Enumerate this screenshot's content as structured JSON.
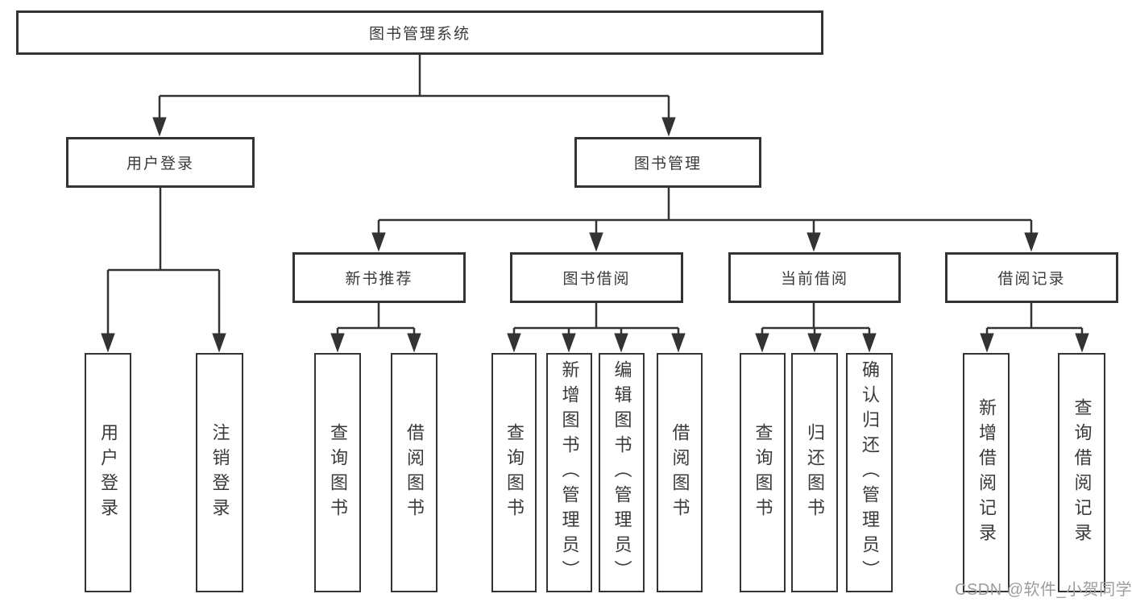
{
  "diagram": {
    "title": "图书管理系统",
    "nodes": {
      "root": "图书管理系统",
      "user_login": "用户登录",
      "book_management": "图书管理",
      "new_book_recommend": "新书推荐",
      "book_borrowing": "图书借阅",
      "current_borrowing": "当前借阅",
      "borrowing_records": "借阅记录",
      "leaf_user_login": "用户登录",
      "leaf_logout": "注销登录",
      "nbr_query_books": "查询图书",
      "nbr_borrow_books": "借阅图书",
      "bb_query_books": "查询图书",
      "bb_add_books_admin": "新增图书（管理员）",
      "bb_edit_books_admin": "编辑图书（管理员）",
      "bb_borrow_books": "借阅图书",
      "cb_query_books": "查询图书",
      "cb_return_books": "归还图书",
      "cb_confirm_return_admin": "确认归还（管理员）",
      "br_add_record": "新增借阅记录",
      "br_query_record": "查询借阅记录"
    },
    "colors": {
      "line": "#333333",
      "text": "#3a3a3a",
      "watermark": "#9d9da1",
      "background": "#ffffff"
    }
  },
  "watermark": {
    "text": "CSDN @软件_小贺同学"
  }
}
